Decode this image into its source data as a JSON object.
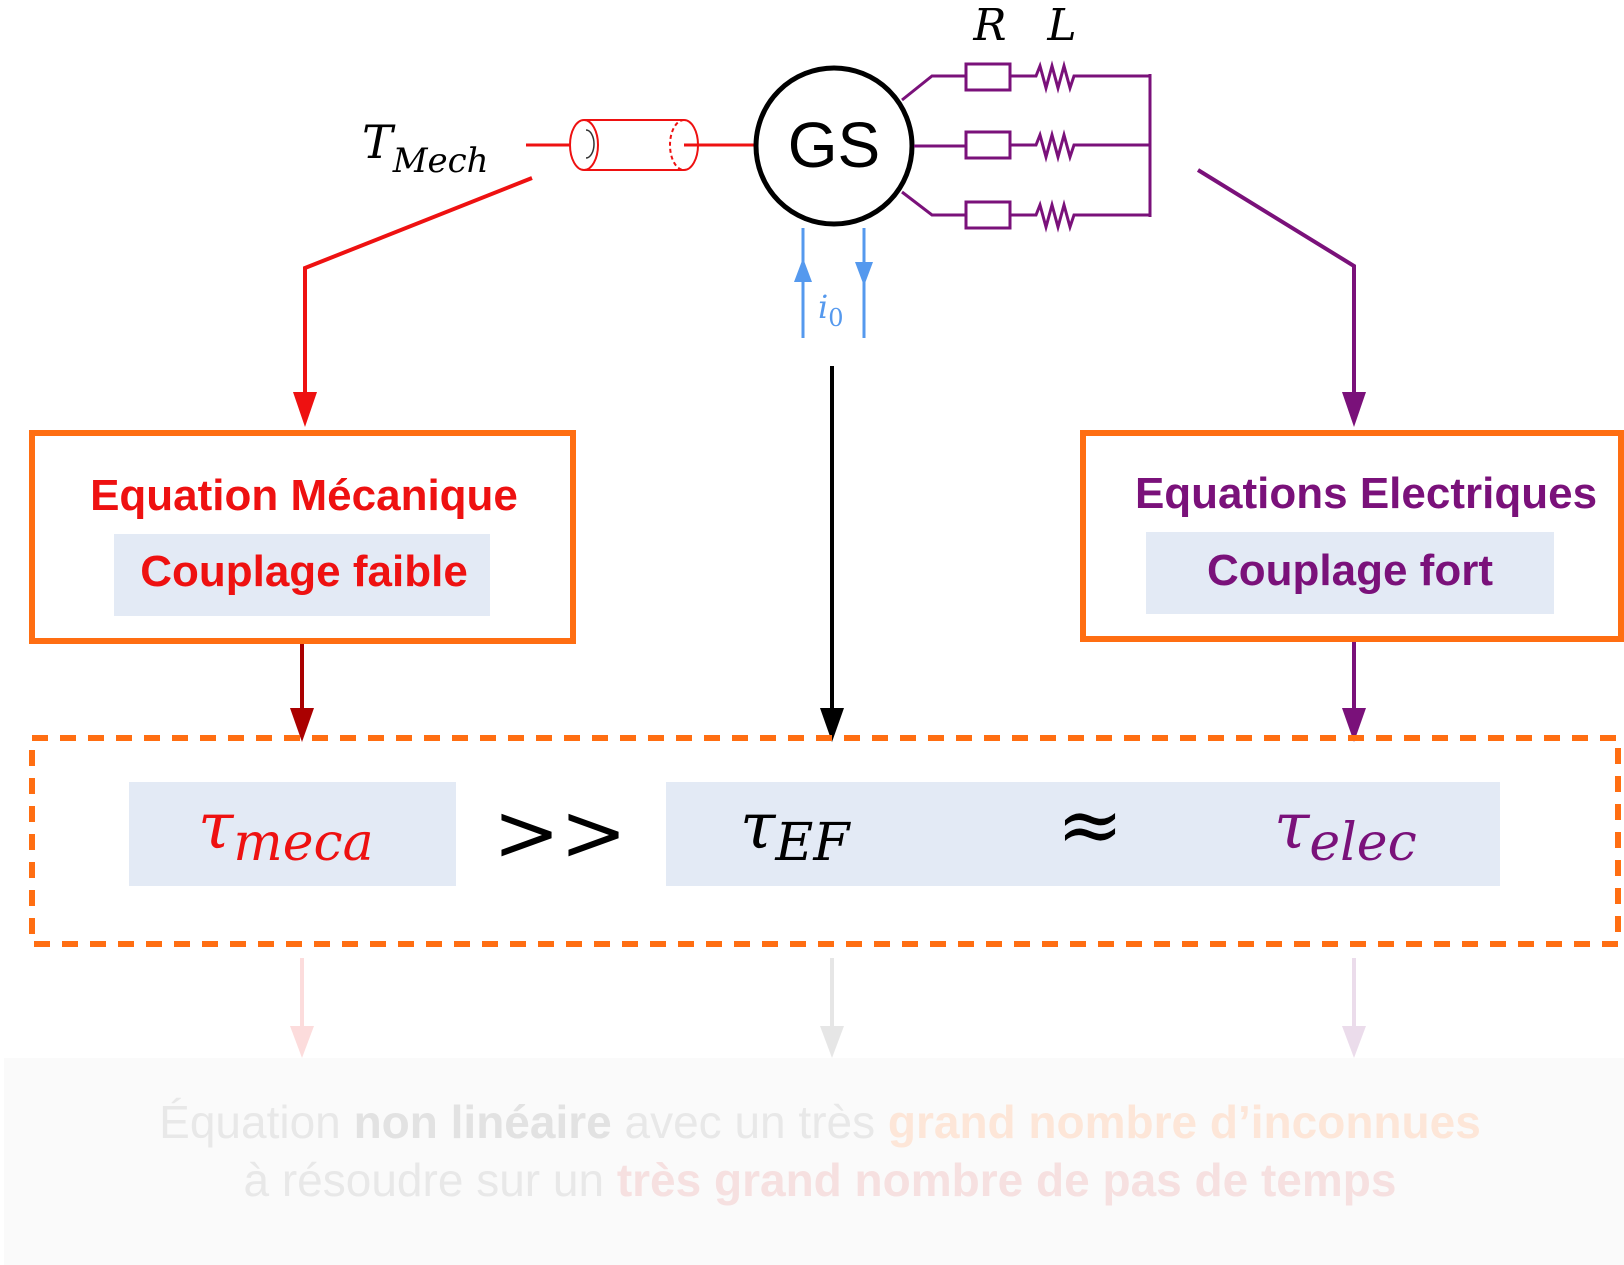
{
  "circuit": {
    "generator_label": "GS",
    "torque_symbol": "T",
    "torque_subscript": "Mech",
    "resistor_label": "R",
    "inductor_label": "L",
    "current_symbol": "i",
    "current_subscript": "0"
  },
  "boxes": {
    "mechanical": {
      "title": "Equation Mécanique",
      "subtitle": "Couplage faible"
    },
    "electrical": {
      "title": "Equations Electriques",
      "subtitle": "Couplage fort"
    }
  },
  "comparison": {
    "tau_symbol": "τ",
    "meca_subscript": "meca",
    "much_greater": ">>",
    "ef_subscript": "EF",
    "approx": "≈",
    "elec_subscript": "elec"
  },
  "conclusion": {
    "line1_a": "Équation ",
    "line1_b": "non linéaire",
    "line1_c": " avec un très ",
    "line1_d": "grand nombre d’inconnues",
    "line2_a": "à résoudre sur un ",
    "line2_b": "très grand nombre de pas de temps"
  },
  "colors": {
    "mechanical": "#ee1111",
    "electrical": "#7a117a",
    "box_border": "#ff6e12",
    "highlight": "#e3eaf5",
    "current": "#5599ee",
    "dark_red": "#aa0000"
  }
}
